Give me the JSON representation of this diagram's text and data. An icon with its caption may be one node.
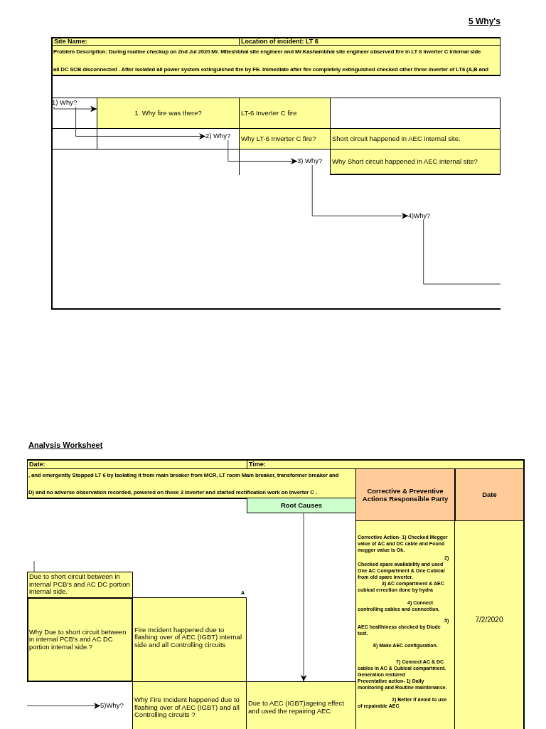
{
  "diagram": {
    "title": "5 Why's",
    "nodes": [
      {
        "text": [
          "Site Name:"
        ]
      },
      {
        "text": [
          "Location of incident: LT 6"
        ]
      },
      {
        "text": [
          "Problem Description: During routine checkup on 2nd Jul 2020 Mr. Miteshbhai site engineer and Mr.Kashambhai site engineer observed fire in LT 6 Inverter C internal side",
          "all DC SCB disconnected . After isolated all power system extinguished fire by FE. Immediate after fire completely extinguished checked other three inverter of LT6 (A,B and"
        ]
      },
      {
        "text": [
          "1) Why?"
        ]
      },
      {
        "text": [
          "1. Why fire was there?"
        ]
      },
      {
        "text": [
          "LT-6 Inverter C fire"
        ]
      },
      {
        "text": [
          "2) Why?"
        ]
      },
      {
        "text": [
          "Why LT-6 Inverter C fire?"
        ]
      },
      {
        "text": [
          "Short circuit happened in AEC internal site."
        ]
      },
      {
        "text": [
          "3) Why?"
        ]
      },
      {
        "text": [
          "Why Short circuit happened in AEC internal site?"
        ]
      },
      {
        "text": [
          "4)Why?"
        ]
      },
      {
        "text": [
          "Date:"
        ]
      },
      {
        "text": [
          "Time:"
        ]
      },
      {
        "text": [
          ", and emergently Stopped LT 6 by Isolating it from main breaker from MCR, LT room Main breaker, transformer breaker and",
          "D) and no adverse observation recorded, powered on these 3 Inverter and started rectification work on Inverter C ."
        ]
      },
      {
        "text": [
          "Corrective & Preventive Actions Responsible Party"
        ]
      },
      {
        "text": [
          "Date"
        ]
      },
      {
        "text": [
          "Root Causes"
        ]
      },
      {
        "text": [
          "Corrective Action- 1) Checked Megger value of AC and DC cable and Found megger value is Ok.",
          "2) Checked spare availability and used One AC Compartment & One Cubical from old spare inverter.",
          "3) AC compartment & AEC cubical errection done by hydra",
          "4) Connect controlling cables and connection.",
          "5) AEC healthiness checked by Diode test.",
          "6) Make AEC configuration.",
          "7) Connect AC & DC cables in AC & Cubical compartment.",
          "Generation restored",
          "Preventative action- 1) Daily monitoring and Routine maintenance.",
          "2) Better if avoid to use of repairable AEC"
        ]
      },
      {
        "text": [
          "7/2/2020"
        ]
      },
      {
        "text": [
          "Due to short circuit between in internal PCB's and AC DC portion internal side."
        ]
      },
      {
        "text": [
          "Why Due to short circuit between in internal PCB's and AC DC portion internal side.?"
        ]
      },
      {
        "text": [
          "Fire Incident happened due to flashing over of AEC (IGBT) internal side and all Controlling circuits"
        ],
        "beside": [
          "A"
        ]
      },
      {
        "text": [
          "5)Why?"
        ]
      },
      {
        "text": [
          "Why Fire Incident happened due to flashing over of AEC (IGBT) and all Controlling circuits ?"
        ]
      },
      {
        "text": [
          "Due to AEC (IGBT)ageing effect and used the repairing AEC"
        ]
      }
    ],
    "edges": [
      {
        "from": 3,
        "to": 4,
        "arrow": "to"
      },
      {
        "from": 3,
        "to": 6,
        "arrow": "to"
      },
      {
        "from": 6,
        "to": 9,
        "arrow": "to"
      },
      {
        "from": 9,
        "to": 11,
        "arrow": "to"
      },
      {
        "from": 11,
        "to": null,
        "arrow": "none"
      },
      {
        "from": null,
        "to": 20,
        "arrow": "none"
      },
      {
        "from": 17,
        "to": 25,
        "arrow": "to"
      },
      {
        "from": null,
        "to": 23,
        "arrow": "to"
      }
    ],
    "labels": [
      "Analysis Worksheet"
    ]
  }
}
